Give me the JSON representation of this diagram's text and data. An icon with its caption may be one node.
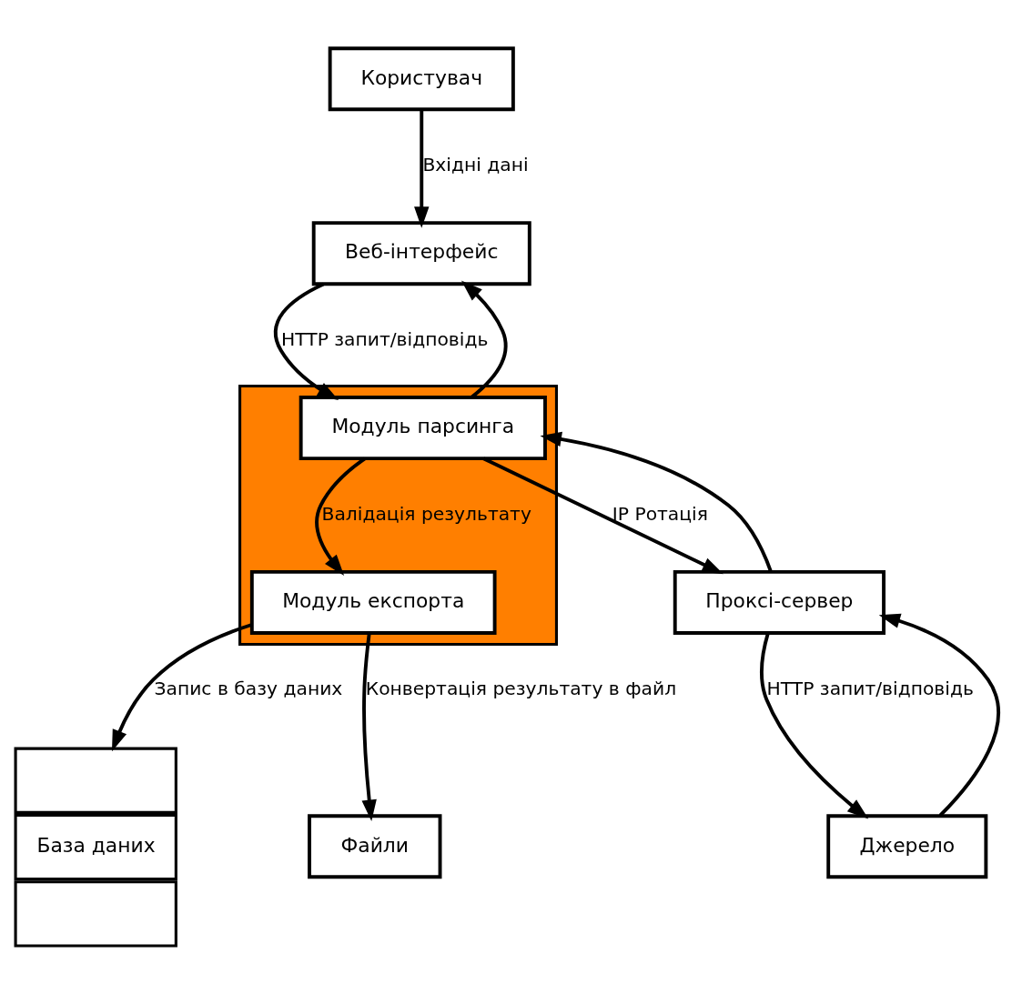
{
  "diagram": {
    "nodes": [
      {
        "text": [
          "Веб-інтерфейс"
        ]
      },
      {
        "text": [
          "Користувач"
        ]
      },
      {
        "text": [],
        "shape": "box"
      },
      {
        "text": [
          "Модуль парсинга"
        ],
        "in": 2
      },
      {
        "text": [
          "Модуль експорта"
        ],
        "in": 2
      },
      {
        "text": [
          "Проксі-сервер"
        ]
      },
      {
        "text": [
          "Джерело"
        ]
      },
      {
        "text": [
          "База даних"
        ]
      },
      {
        "text": [
          "Файли"
        ]
      }
    ],
    "edges": [
      {
        "from": 1,
        "to": 0,
        "arrow": "to",
        "label": "Вхідні дані"
      },
      {
        "from": 0,
        "to": 3,
        "arrow": "to",
        "label": "HTTP запит/відповідь"
      },
      {
        "from": 3,
        "to": 0,
        "arrow": "to"
      },
      {
        "from": 3,
        "to": 5,
        "arrow": "to",
        "label": "IP Ротація"
      },
      {
        "from": 5,
        "to": 3,
        "arrow": "to"
      },
      {
        "from": 5,
        "to": 6,
        "arrow": "to",
        "label": "HTTP запит/відповідь"
      },
      {
        "from": 6,
        "to": 5,
        "arrow": "to"
      },
      {
        "from": 3,
        "to": 4,
        "arrow": "to",
        "label": "Валідація результату"
      },
      {
        "from": 4,
        "to": 7,
        "arrow": "to",
        "label": "Запис в базу даних"
      },
      {
        "from": 4,
        "to": 8,
        "arrow": "to",
        "label": "Конвертація результату в файл"
      }
    ]
  }
}
